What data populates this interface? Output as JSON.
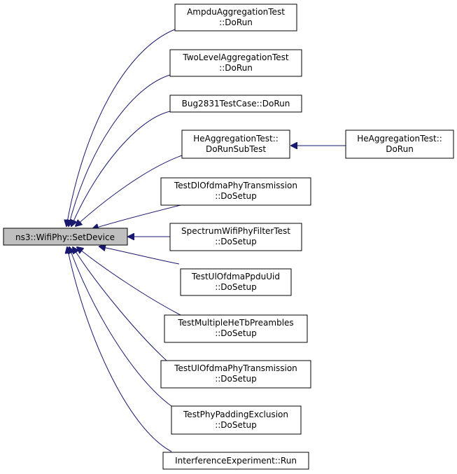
{
  "colors": {
    "edge": "#191970",
    "node_border": "#000000",
    "node_fill": "#ffffff",
    "root_fill": "#bfbfbf",
    "text": "#000000"
  },
  "root": {
    "lines": [
      "ns3::WifiPhy::SetDevice"
    ]
  },
  "callers": [
    {
      "id": "ampdu",
      "lines": [
        "AmpduAggregationTest",
        "::DoRun"
      ]
    },
    {
      "id": "twolevel",
      "lines": [
        "TwoLevelAggregationTest",
        "::DoRun"
      ]
    },
    {
      "id": "bug2831",
      "lines": [
        "Bug2831TestCase::DoRun"
      ]
    },
    {
      "id": "heagg-sub",
      "lines": [
        "HeAggregationTest::",
        "DoRunSubTest"
      ]
    },
    {
      "id": "dl-ofdma",
      "lines": [
        "TestDlOfdmaPhyTransmission",
        "::DoSetup"
      ]
    },
    {
      "id": "spectrum-filter",
      "lines": [
        "SpectrumWifiPhyFilterTest",
        "::DoSetup"
      ]
    },
    {
      "id": "ul-ppdu-uid",
      "lines": [
        "TestUlOfdmaPpduUid",
        "::DoSetup"
      ]
    },
    {
      "id": "multiple-hetb",
      "lines": [
        "TestMultipleHeTbPreambles",
        "::DoSetup"
      ]
    },
    {
      "id": "ul-ofdma",
      "lines": [
        "TestUlOfdmaPhyTransmission",
        "::DoSetup"
      ]
    },
    {
      "id": "phy-padding",
      "lines": [
        "TestPhyPaddingExclusion",
        "::DoSetup"
      ]
    },
    {
      "id": "interference",
      "lines": [
        "InterferenceExperiment::Run"
      ]
    }
  ],
  "second_level": [
    {
      "id": "heagg-run",
      "lines": [
        "HeAggregationTest::",
        "DoRun"
      ],
      "calls": "heagg-sub"
    }
  ]
}
